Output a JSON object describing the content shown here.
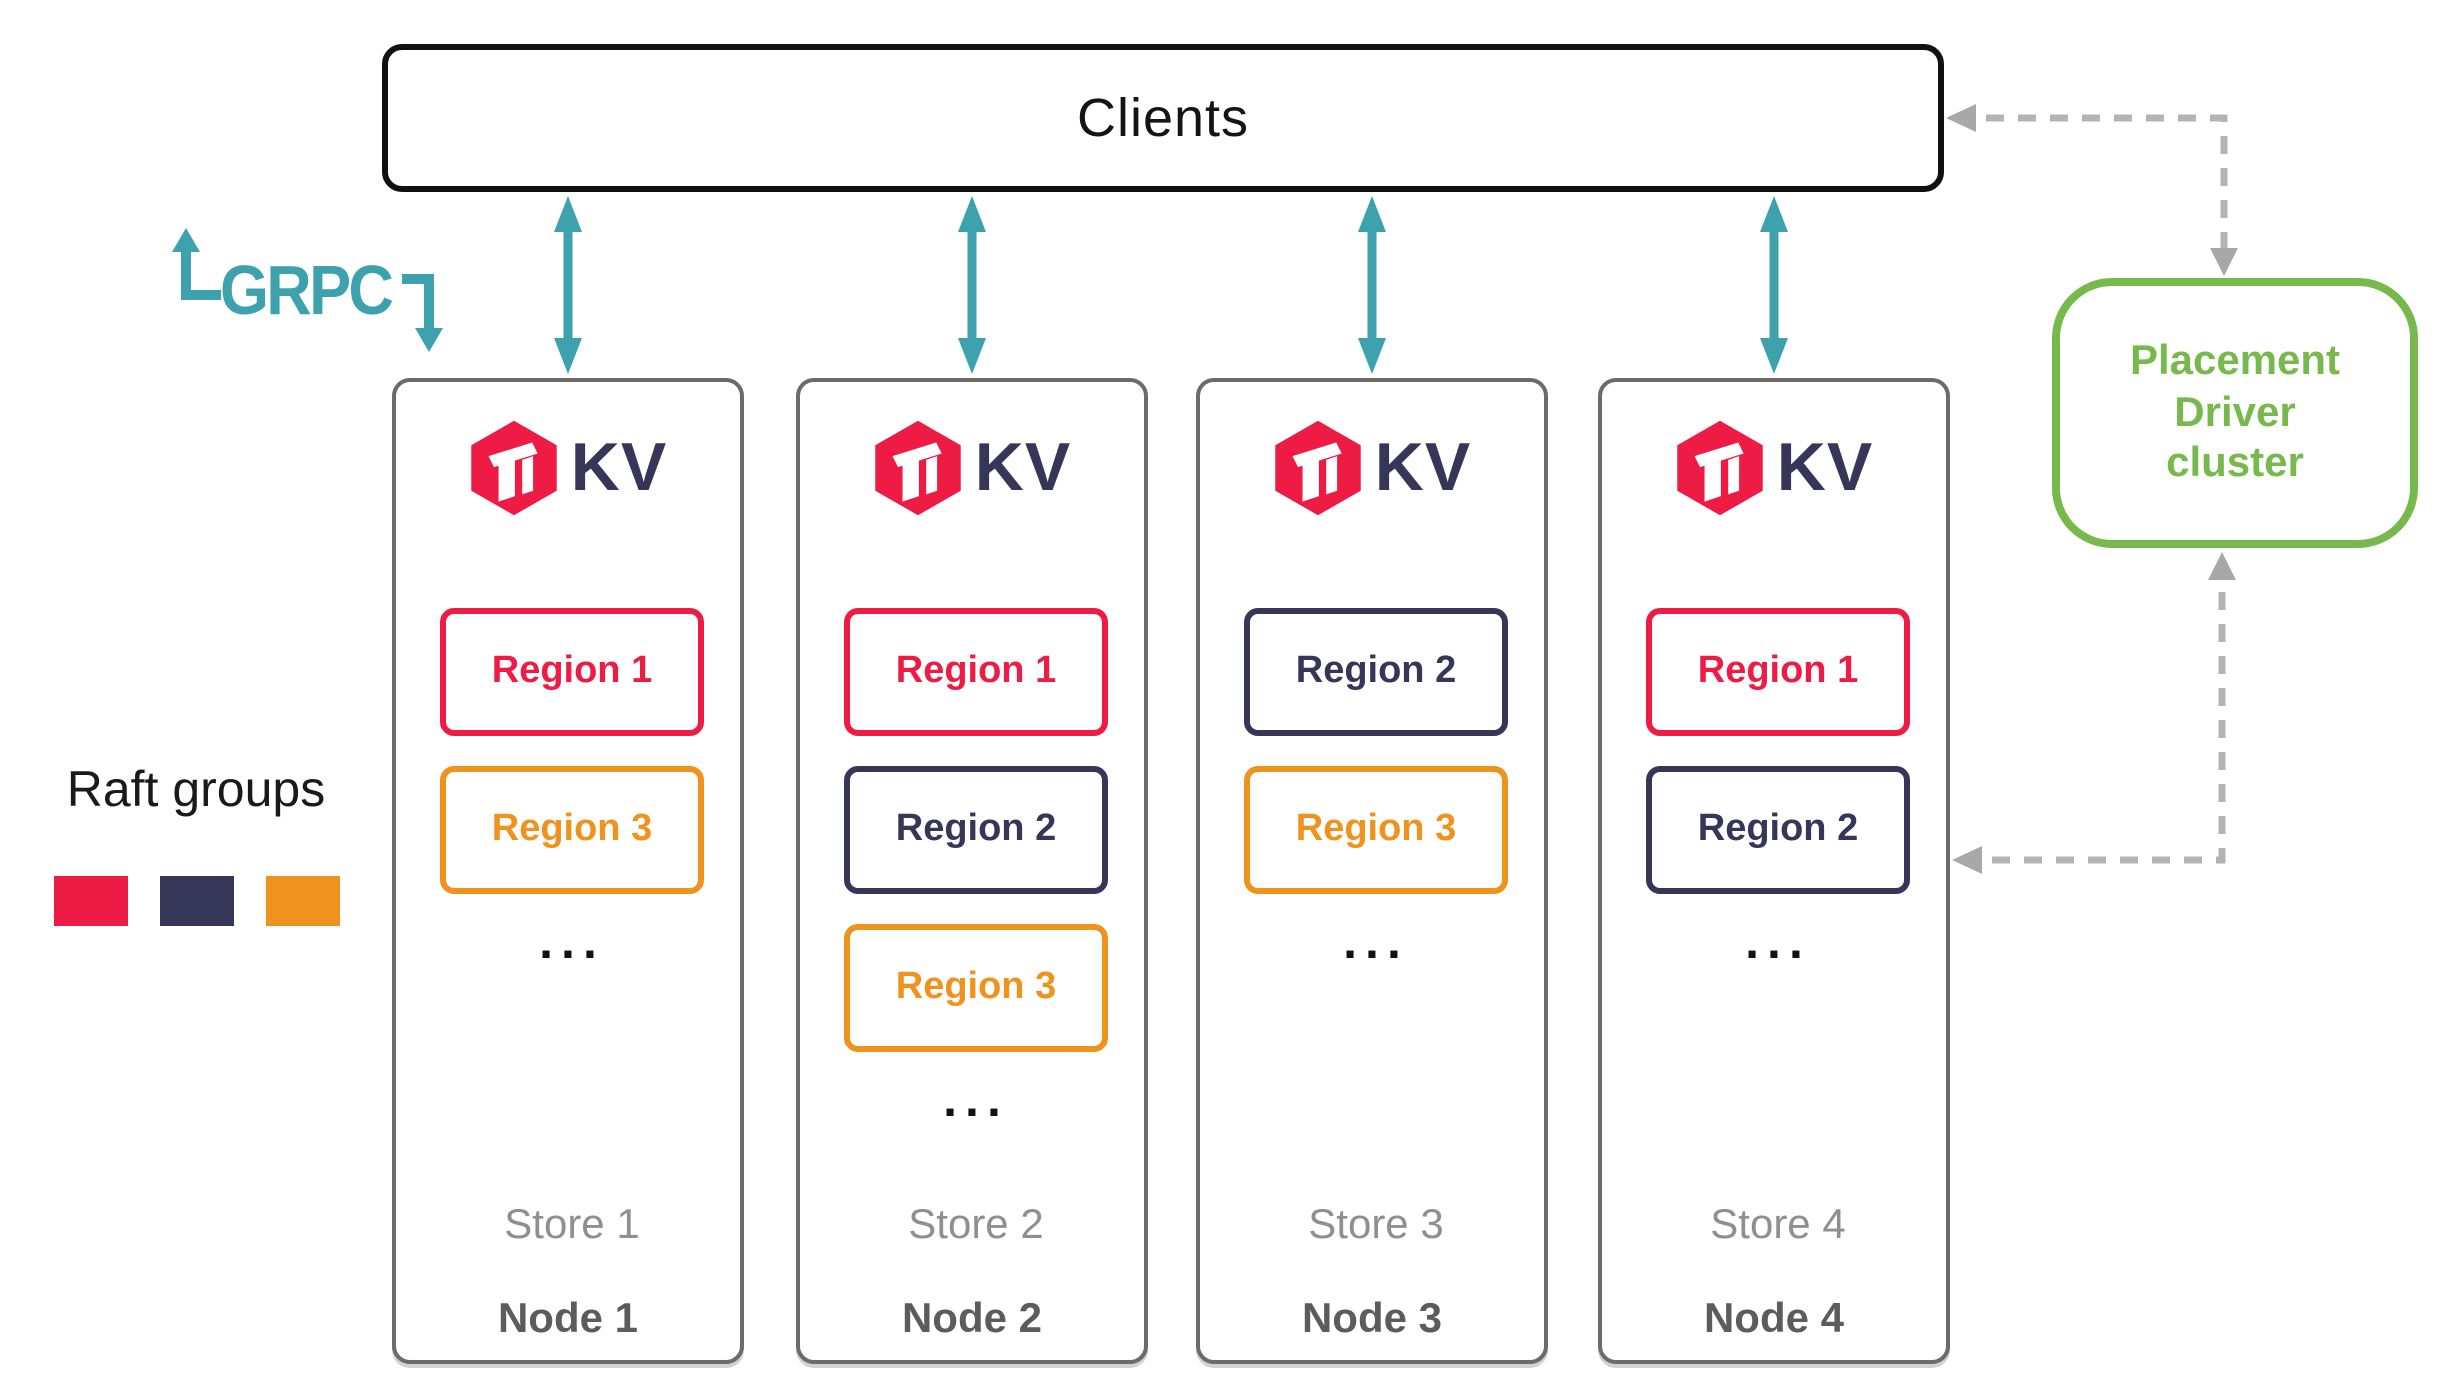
{
  "colors": {
    "red": "#ee1c45",
    "navy": "#363659",
    "orange": "#f0921e",
    "teal": "#3da2ae",
    "green": "#77b94c",
    "connector_gray": "#b3b3b3",
    "node_border_gray": "#6b6b6b"
  },
  "clients": {
    "label": "Clients"
  },
  "grpc": {
    "label": "GRPC"
  },
  "placement_driver": {
    "label": "Placement Driver cluster"
  },
  "raft_legend": {
    "label": "Raft groups",
    "swatches": [
      {
        "name": "red",
        "color": "#ee1c45"
      },
      {
        "name": "navy",
        "color": "#363659"
      },
      {
        "name": "orange",
        "color": "#f0921e"
      }
    ]
  },
  "nodes": [
    {
      "logo": "KV",
      "store_label": "Store 1",
      "node_label": "Node 1",
      "ellipsis": "...",
      "regions": [
        {
          "label": "Region 1",
          "color": "red"
        },
        {
          "label": "Region 3",
          "color": "orange"
        }
      ]
    },
    {
      "logo": "KV",
      "store_label": "Store 2",
      "node_label": "Node 2",
      "ellipsis": "...",
      "regions": [
        {
          "label": "Region 1",
          "color": "red"
        },
        {
          "label": "Region 2",
          "color": "navy"
        },
        {
          "label": "Region 3",
          "color": "orange"
        }
      ]
    },
    {
      "logo": "KV",
      "store_label": "Store 3",
      "node_label": "Node 3",
      "ellipsis": "...",
      "regions": [
        {
          "label": "Region 2",
          "color": "navy"
        },
        {
          "label": "Region 3",
          "color": "orange"
        }
      ]
    },
    {
      "logo": "KV",
      "store_label": "Store 4",
      "node_label": "Node 4",
      "ellipsis": "...",
      "regions": [
        {
          "label": "Region 1",
          "color": "red"
        },
        {
          "label": "Region 2",
          "color": "navy"
        }
      ]
    }
  ]
}
